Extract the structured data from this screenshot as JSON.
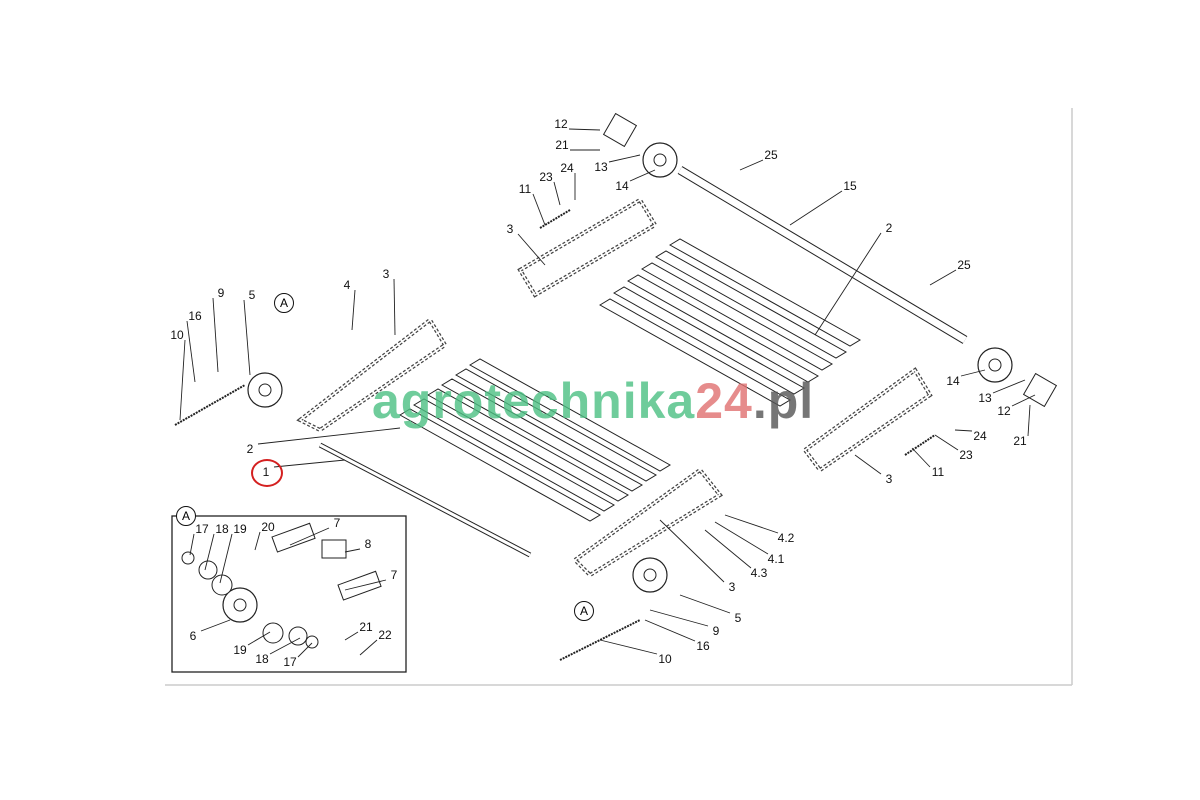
{
  "watermark": {
    "part1": "agrotechnika",
    "part2": "24",
    "part3": ".pl",
    "colors": {
      "green": "#4cc083",
      "red": "#e07070",
      "gray": "#555555"
    }
  },
  "highlighted_part": "1",
  "detail_view_label": "A",
  "callouts": [
    "12",
    "21",
    "13",
    "14",
    "25",
    "15",
    "11",
    "23",
    "24",
    "3",
    "2",
    "25",
    "9",
    "5",
    "4",
    "3",
    "16",
    "10",
    "14",
    "13",
    "12",
    "21",
    "24",
    "23",
    "11",
    "3",
    "2",
    "1",
    "17",
    "18",
    "19",
    "20",
    "7",
    "8",
    "7",
    "6",
    "19",
    "18",
    "17",
    "21",
    "22",
    "4.2",
    "4.1",
    "4.3",
    "3",
    "5",
    "9",
    "16",
    "10"
  ],
  "detail_markers": [
    "A",
    "A",
    "A"
  ]
}
